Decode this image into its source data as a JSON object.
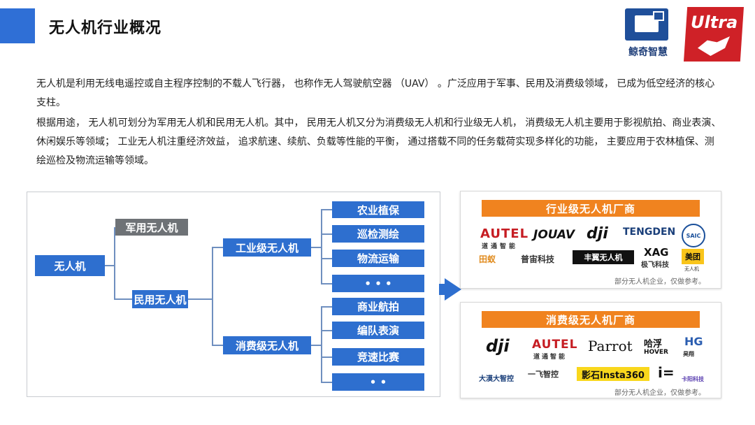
{
  "header": {
    "title": "无人机行业概况",
    "logo1_text": "鲸奇智慧",
    "logo2_text": "Ultra"
  },
  "intro": {
    "p1": "无人机是利用无线电遥控或自主程序控制的不载人飞行器， 也称作无人驾驶航空器 （UAV） 。广泛应用于军事、民用及消费级领域， 已成为低空经济的核心支柱。",
    "p2": "根据用途， 无人机可划分为军用无人机和民用无人机。其中， 民用无人机又分为消费级无人机和行业级无人机， 消费级无人机主要用于影视航拍、商业表演、休闲娱乐等领域； 工业无人机注重经济效益， 追求航速、续航、负载等性能的平衡， 通过搭载不同的任务载荷实现多样化的功能， 主要应用于农林植保、测绘巡检及物流运输等领域。"
  },
  "tree": {
    "root": "无人机",
    "military": "军用无人机",
    "civil": "民用无人机",
    "industrial": "工业级无人机",
    "consumer": "消费级无人机",
    "industrial_leaves": [
      "农业植保",
      "巡检测绘",
      "物流运输",
      "• • •"
    ],
    "consumer_leaves": [
      "商业航拍",
      "编队表演",
      "竞速比赛",
      "• •"
    ]
  },
  "industrial_card": {
    "title": "行业级无人机厂商",
    "note": "部分无人机企业，仅做参考。",
    "brands": [
      "AUTEL",
      "道通智能",
      "JOUAV",
      "dji",
      "TENGDEN",
      "SAIC",
      "田蚁",
      "普宙科技",
      "丰翼无人机",
      "XAG",
      "极飞科技",
      "美团",
      "无人机"
    ]
  },
  "consumer_card": {
    "title": "消费级无人机厂商",
    "note": "部分无人机企业，仅做参考。",
    "brands": [
      "dji",
      "AUTEL",
      "道通智能",
      "Parrot",
      "哈浮",
      "HOVER",
      "HG",
      "昊翔",
      "大漠大智控",
      "一飞智控",
      "影石Insta360",
      "i=",
      "卡阳科技"
    ]
  },
  "colors": {
    "accent_blue": "#2e6fcf",
    "gray_node": "#6e7276",
    "orange_header": "#f0831f",
    "brand_red": "#cf2127"
  }
}
